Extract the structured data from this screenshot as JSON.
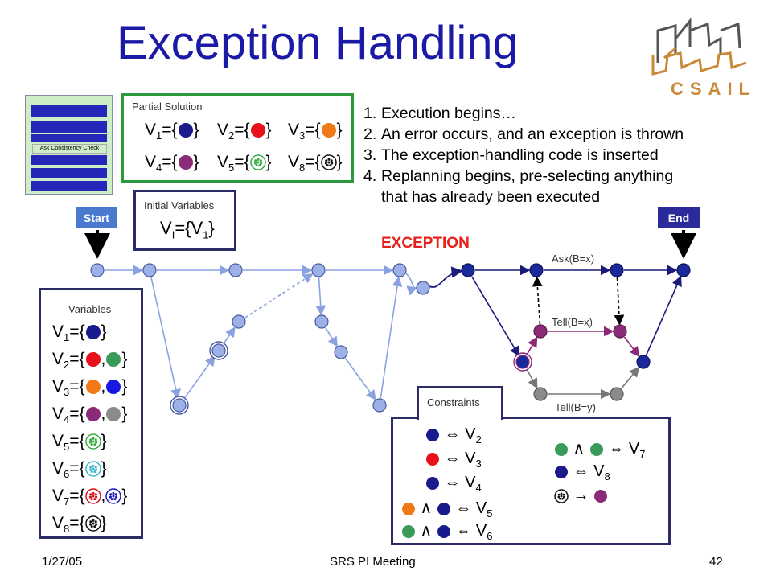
{
  "slide": {
    "title": "Exception Handling",
    "logo_text": "CSAIL",
    "stack_label": "Ask Consistency  Check",
    "partial_solution": {
      "caption": "Partial Solution",
      "entries": [
        {
          "name": "V",
          "sub": "1",
          "dots": [
            "navy"
          ]
        },
        {
          "name": "V",
          "sub": "2",
          "dots": [
            "red"
          ]
        },
        {
          "name": "V",
          "sub": "3",
          "dots": [
            "orange"
          ]
        },
        {
          "name": "V",
          "sub": "4",
          "dots": [
            "purple"
          ]
        },
        {
          "name": "V",
          "sub": "5",
          "dots": [
            "green_pattern"
          ]
        },
        {
          "name": "V",
          "sub": "8",
          "dots": [
            "black_pattern"
          ]
        }
      ]
    },
    "initial_variables": {
      "caption": "Initial Variables",
      "main": "V",
      "main_sub": "I",
      "eq": "={V",
      "item_sub": "1",
      "close": "}"
    },
    "steps": [
      {
        "num": "1.",
        "text": "Execution begins…"
      },
      {
        "num": "2.",
        "text": "An error occurs, and an exception is thrown"
      },
      {
        "num": "3.",
        "text": "The exception-handling code is inserted"
      },
      {
        "num": "4.",
        "text": "Replanning begins, pre-selecting anything"
      },
      {
        "num": "",
        "text": "that has already been executed"
      }
    ],
    "start_label": "Start",
    "end_label": "End",
    "exception_label": "EXCEPTION",
    "edge_labels": {
      "ask": "Ask(B=x)",
      "tell_x": "Tell(B=x)",
      "tell_y": "Tell(B=y)"
    },
    "variables": {
      "caption": "Variables",
      "entries": [
        {
          "name": "V",
          "sub": "1",
          "dots": [
            "navy"
          ]
        },
        {
          "name": "V",
          "sub": "2",
          "dots": [
            "red",
            "green"
          ]
        },
        {
          "name": "V",
          "sub": "3",
          "dots": [
            "orange",
            "blue"
          ]
        },
        {
          "name": "V",
          "sub": "4",
          "dots": [
            "purple",
            "gray"
          ]
        },
        {
          "name": "V",
          "sub": "5",
          "dots": [
            "green_pattern"
          ]
        },
        {
          "name": "V",
          "sub": "6",
          "dots": [
            "cyan_pattern"
          ]
        },
        {
          "name": "V",
          "sub": "7",
          "dots": [
            "red_pattern",
            "blue_pattern"
          ]
        },
        {
          "name": "V",
          "sub": "8",
          "dots": [
            "black_pattern"
          ]
        }
      ]
    },
    "constraints": {
      "caption": "Constraints",
      "left": [
        {
          "dots": [
            "navy"
          ],
          "op": "⇔",
          "var": "V",
          "sub": "2"
        },
        {
          "dots": [
            "red"
          ],
          "op": "⇔",
          "var": "V",
          "sub": "3"
        },
        {
          "dots": [
            "navy"
          ],
          "op": "⇔",
          "var": "V",
          "sub": "4"
        },
        {
          "dots": [
            "orange",
            "navy"
          ],
          "and": "∧",
          "op": "⇔",
          "var": "V",
          "sub": "5"
        },
        {
          "dots": [
            "green",
            "navy"
          ],
          "and": "∧",
          "op": "⇔",
          "var": "V",
          "sub": "6"
        }
      ],
      "right": [
        {
          "dots": [
            "green",
            "green"
          ],
          "and": "∧",
          "op": "⇔",
          "var": "V",
          "sub": "7"
        },
        {
          "dots": [
            "navy"
          ],
          "op": "⇔",
          "var": "V",
          "sub": "8"
        },
        {
          "dots": [
            "black_pattern",
            "purple"
          ],
          "op": "→"
        }
      ]
    },
    "footer": {
      "date": "1/27/05",
      "meeting": "SRS PI Meeting",
      "page": "42"
    },
    "colors": {
      "title": "#1a1aa6",
      "navy": "#1a1a8c",
      "node": "#9db0e8",
      "red": "#e8101a",
      "orange": "#f07a18",
      "purple": "#8c2a7a",
      "green": "#3a9a5a",
      "gray": "#8a8a8a",
      "blue": "#1818e0",
      "green_box": "#2a9a3c",
      "box_border": "#2b2b66",
      "start_tag": "#4a7ad0",
      "end_tag": "#2a2a9a",
      "exception": "#e8201a",
      "stack_block": "#2626b8"
    }
  }
}
